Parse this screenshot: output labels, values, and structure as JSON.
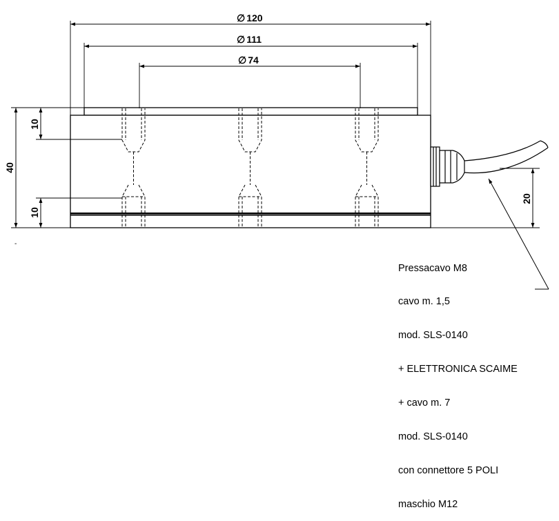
{
  "dimensions": {
    "diameter_symbol": "∅",
    "d120": "120",
    "d111": "111",
    "d74": "74",
    "height_total": "40",
    "thread_top": "10",
    "thread_bottom": "10",
    "cable_height": "20"
  },
  "note": {
    "lines": [
      "Pressacavo M8",
      "cavo m. 1,5",
      "mod. SLS-0140",
      "+ ELETTRONICA SCAIME",
      "+ cavo m. 7",
      "mod. SLS-0140",
      "con connettore 5 POLI",
      "maschio M12"
    ]
  },
  "stray_mark": "-"
}
